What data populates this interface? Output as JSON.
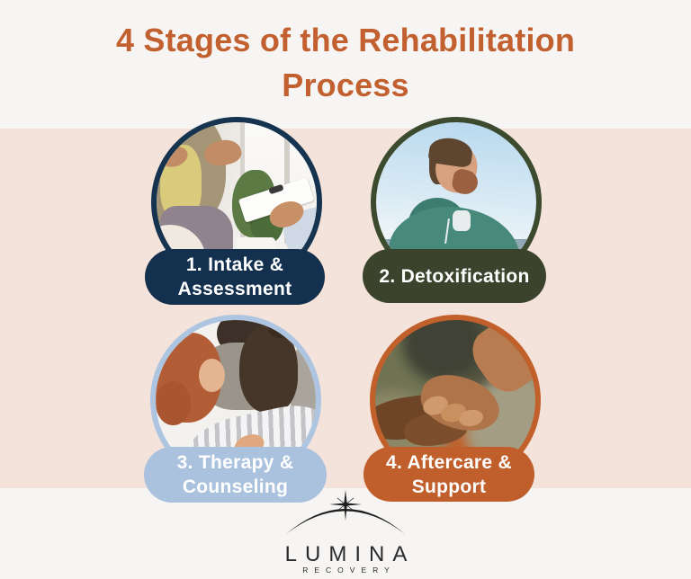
{
  "title": "4 Stages of the Rehabilitation Process",
  "stages": [
    {
      "id": 1,
      "label": "1. Intake & Assessment",
      "lines": [
        "1. Intake &",
        "Assessment"
      ],
      "pill_color": "#13304e",
      "ring_color": "#16334f",
      "photo": "therapist-intake-session"
    },
    {
      "id": 2,
      "label": "2. Detoxification",
      "lines": [
        "2. Detoxification"
      ],
      "pill_color": "#3b432d",
      "ring_color": "#3c4a2e",
      "photo": "man-breathing-fresh-air-by-sea"
    },
    {
      "id": 3,
      "label": "3. Therapy & Counseling",
      "lines": [
        "3. Therapy &",
        "Counseling"
      ],
      "pill_color": "#abc2de",
      "ring_color": "#adc5e1",
      "photo": "group-therapy-comforting-hug"
    },
    {
      "id": 4,
      "label": "4. Aftercare & Support",
      "lines": [
        "4. Aftercare &",
        "Support"
      ],
      "pill_color": "#c05f2b",
      "ring_color": "#c2602c",
      "photo": "clasped-supportive-hands"
    }
  ],
  "logo": {
    "brand": "LUMINA",
    "tagline": "RECOVERY"
  },
  "colors": {
    "title_text": "#c2602f",
    "band_top": "#f6f5f3",
    "band_middle": "#f4e3da",
    "band_bottom": "#f6f5f3",
    "pill_text": "#ffffff",
    "logo_text": "#2b2b2b"
  }
}
